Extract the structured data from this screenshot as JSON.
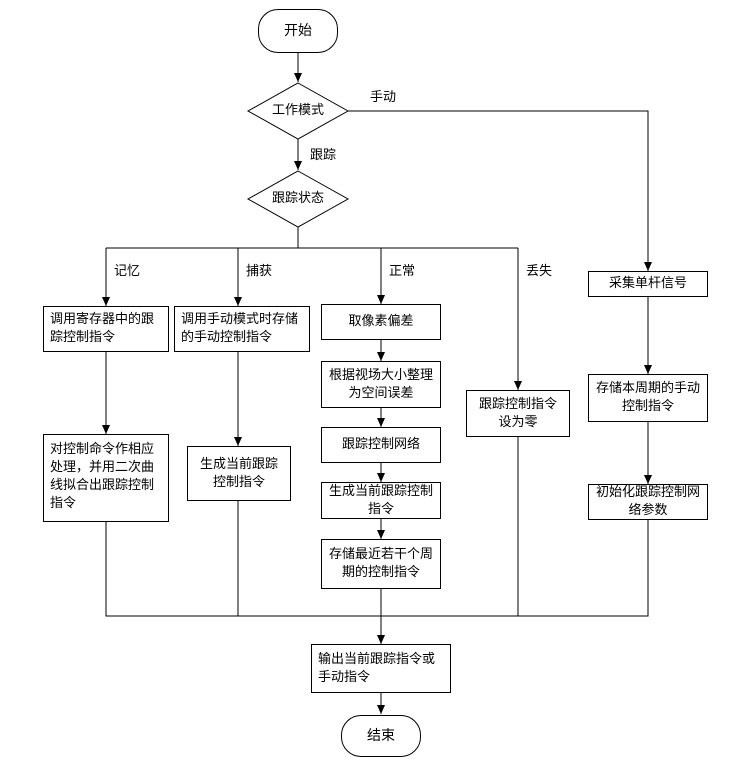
{
  "nodes": {
    "start": "开始",
    "mode": "工作模式",
    "track_state": "跟踪状态",
    "mem_1": "调用寄存器中的跟踪控制指令",
    "mem_2": "对控制命令作相应处理，并用二次曲线拟合出跟踪控制指令",
    "cap_1": "调用手动模式时存储的手动控制指令",
    "cap_2": "生成当前跟踪控制指令",
    "norm_1": "取像素偏差",
    "norm_2": "根据视场大小整理为空间误差",
    "norm_3": "跟踪控制网络",
    "norm_4": "生成当前跟踪控制指令",
    "norm_5": "存储最近若干个周期的控制指令",
    "lost_1": "跟踪控制指令设为零",
    "man_1": "采集单杆信号",
    "man_2": "存储本周期的手动控制指令",
    "man_3": "初始化跟踪控制网络参数",
    "output": "输出当前跟踪指令或手动指令",
    "end": "结束"
  },
  "edge_labels": {
    "manual": "手动",
    "track": "跟踪",
    "memory": "记忆",
    "capture": "捕获",
    "normal": "正常",
    "lost": "丢失"
  }
}
